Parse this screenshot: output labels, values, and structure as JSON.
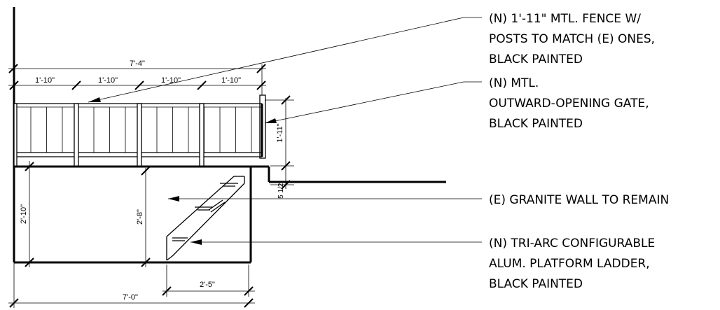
{
  "dimensions": {
    "overall_fence_width": "7'-4\"",
    "post_spacing_1": "1'-10\"",
    "post_spacing_2": "1'-10\"",
    "post_spacing_3": "1'-10\"",
    "post_spacing_4": "1'-10\"",
    "fence_height": "1'-11\"",
    "step_height": "5 1/2\"",
    "wall_height_left": "2'-10\"",
    "wall_height_inner": "2'-8\"",
    "ladder_width": "2'-5\"",
    "wall_width": "7'-0\""
  },
  "notes": {
    "fence": [
      "(N) 1'-11\" MTL. FENCE W/",
      "POSTS TO MATCH (E) ONES,",
      "BLACK PAINTED"
    ],
    "gate": [
      "(N) MTL.",
      "OUTWARD-OPENING GATE,",
      "BLACK PAINTED"
    ],
    "wall": [
      "(E) GRANITE WALL TO REMAIN"
    ],
    "ladder": [
      "(N) TRI-ARC CONFIGURABLE",
      "ALUM. PLATFORM LADDER,",
      "BLACK PAINTED"
    ]
  }
}
